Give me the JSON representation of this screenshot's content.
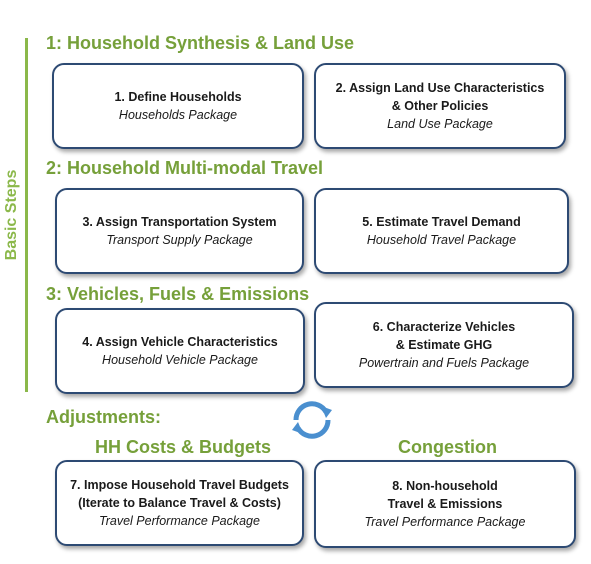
{
  "side_label": "Basic Steps",
  "sections": {
    "s1": "1: Household Synthesis & Land Use",
    "s2": "2: Household Multi-modal Travel",
    "s3": "3: Vehicles, Fuels & Emissions",
    "adjustments": "Adjustments:",
    "hh_costs": "HH Costs & Budgets",
    "congestion": "Congestion"
  },
  "steps": [
    {
      "title": "1. Define Households",
      "package": "Households Package"
    },
    {
      "title": "2. Assign Land Use Characteristics\n& Other Policies",
      "package": "Land Use Package"
    },
    {
      "title": "3. Assign Transportation System",
      "package": "Transport Supply Package"
    },
    {
      "title": "5. Estimate Travel Demand",
      "package": "Household Travel Package"
    },
    {
      "title": "4. Assign Vehicle Characteristics",
      "package": "Household Vehicle Package"
    },
    {
      "title": "6. Characterize Vehicles\n& Estimate GHG",
      "package": "Powertrain and Fuels Package"
    },
    {
      "title": "7. Impose Household Travel Budgets\n(Iterate to Balance Travel & Costs)",
      "package": "Travel Performance Package"
    },
    {
      "title": "8. Non-household\nTravel & Emissions",
      "package": "Travel Performance Package"
    }
  ],
  "colors": {
    "accent_green": "#76a03a",
    "border_navy": "#2d4a73",
    "cycle_blue": "#4a8fcf"
  },
  "icons": {
    "cycle": "refresh-cycle-icon"
  }
}
